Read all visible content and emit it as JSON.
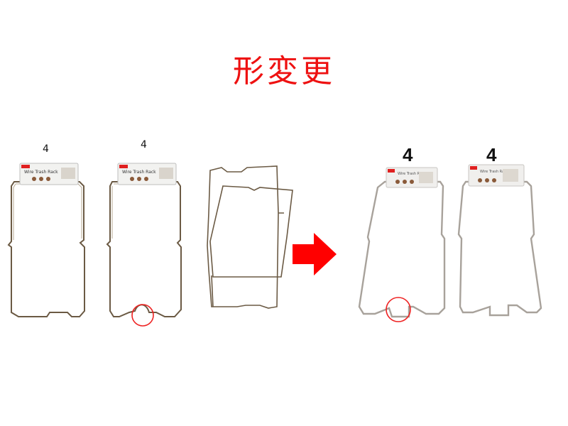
{
  "title": "形変更",
  "before": {
    "items": [
      {
        "count": "4",
        "tag_label": "Wire Trash Rack"
      },
      {
        "count": "4",
        "tag_label": "Wire Trash Rack"
      }
    ]
  },
  "after": {
    "items": [
      {
        "count": "4",
        "tag_label": "Wire Trash Rack"
      },
      {
        "count": "4",
        "tag_label": "Wire Trash Rack"
      }
    ]
  },
  "colors": {
    "title": "#ee1111",
    "arrow": "#ff0000",
    "highlight_circle": "#ee2222",
    "wire_before": "#6b5a44",
    "wire_after": "#a8a29b"
  },
  "icons": {
    "arrow": "right-arrow-icon",
    "highlight": "circle-highlight-icon"
  }
}
